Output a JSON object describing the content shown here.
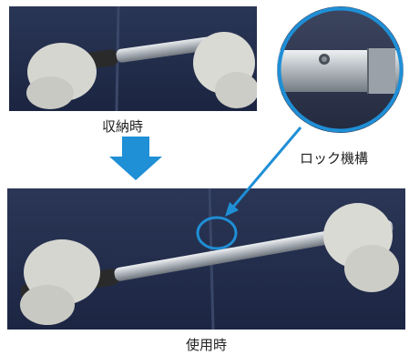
{
  "labels": {
    "stored": "収納時",
    "lock_mechanism": "ロック機構",
    "in_use": "使用時"
  },
  "colors": {
    "accent_blue": "#1f8fd6",
    "jacket": "#23304f",
    "glove": "#d9d9d5",
    "pole_silver": "#b9bec4",
    "grip_black": "#2a2a2a"
  },
  "icons": {
    "stage_arrow": "arrow-down-icon",
    "callout": "callout-arrow-icon"
  }
}
